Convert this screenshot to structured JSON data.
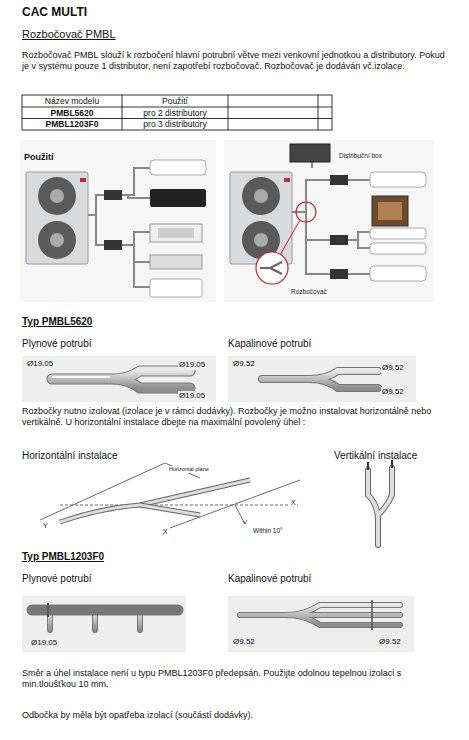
{
  "diagram": {
    "title": "CAC MULTI",
    "labels": [
      "Rozbočovač PMBL",
      "Rozbočovač PMBL slouží k rozbočení hlavní potrubní větve mezi venkovní jednotkou a distributory. Pokud je v systému pouze 1 distributor, není zapotřebí rozbočovač. Rozbočovač je dodáván vč.izolace.",
      "Název modelu",
      "Použití",
      "PMBL5620",
      "pro 2 distributory",
      "PMBL1203F0",
      "pro 3 distributory",
      "Použití",
      "Distribuční box",
      "Rozbočovač",
      "Typ PMBL5620",
      "Plynové potrubí",
      "Kapalinové potrubí",
      "Ø19.05",
      "Ø19.05",
      "Ø19.05",
      "Ø9.52",
      "Ø9.52",
      "Ø9.52",
      "Rozbočky nutno izolovat (izolace je v rámci dodávky). Rozbočky je možno instalovat horizontálně nebo vertikálně. U horizontální instalace dbejte na maximální povolený úhel :",
      "Horizontální instalace",
      "Vertikální instalace",
      "Horizontal plane",
      "Y",
      "X",
      "X",
      "Within 10°",
      "Typ PMBL1203F0",
      "Plynové potrubí",
      "Kapalinové potrubí",
      "Ø19.05",
      "Ø9.52",
      "Ø9.52",
      "Směr a úhel instalace není u typu PMBL1203F0 předepsán. Použijte odolnou tepelnou izolaci s min.tloušťkou 10 mm.",
      "Odbočka by měla být opatřeba izolací (součástí dodávky)."
    ]
  }
}
